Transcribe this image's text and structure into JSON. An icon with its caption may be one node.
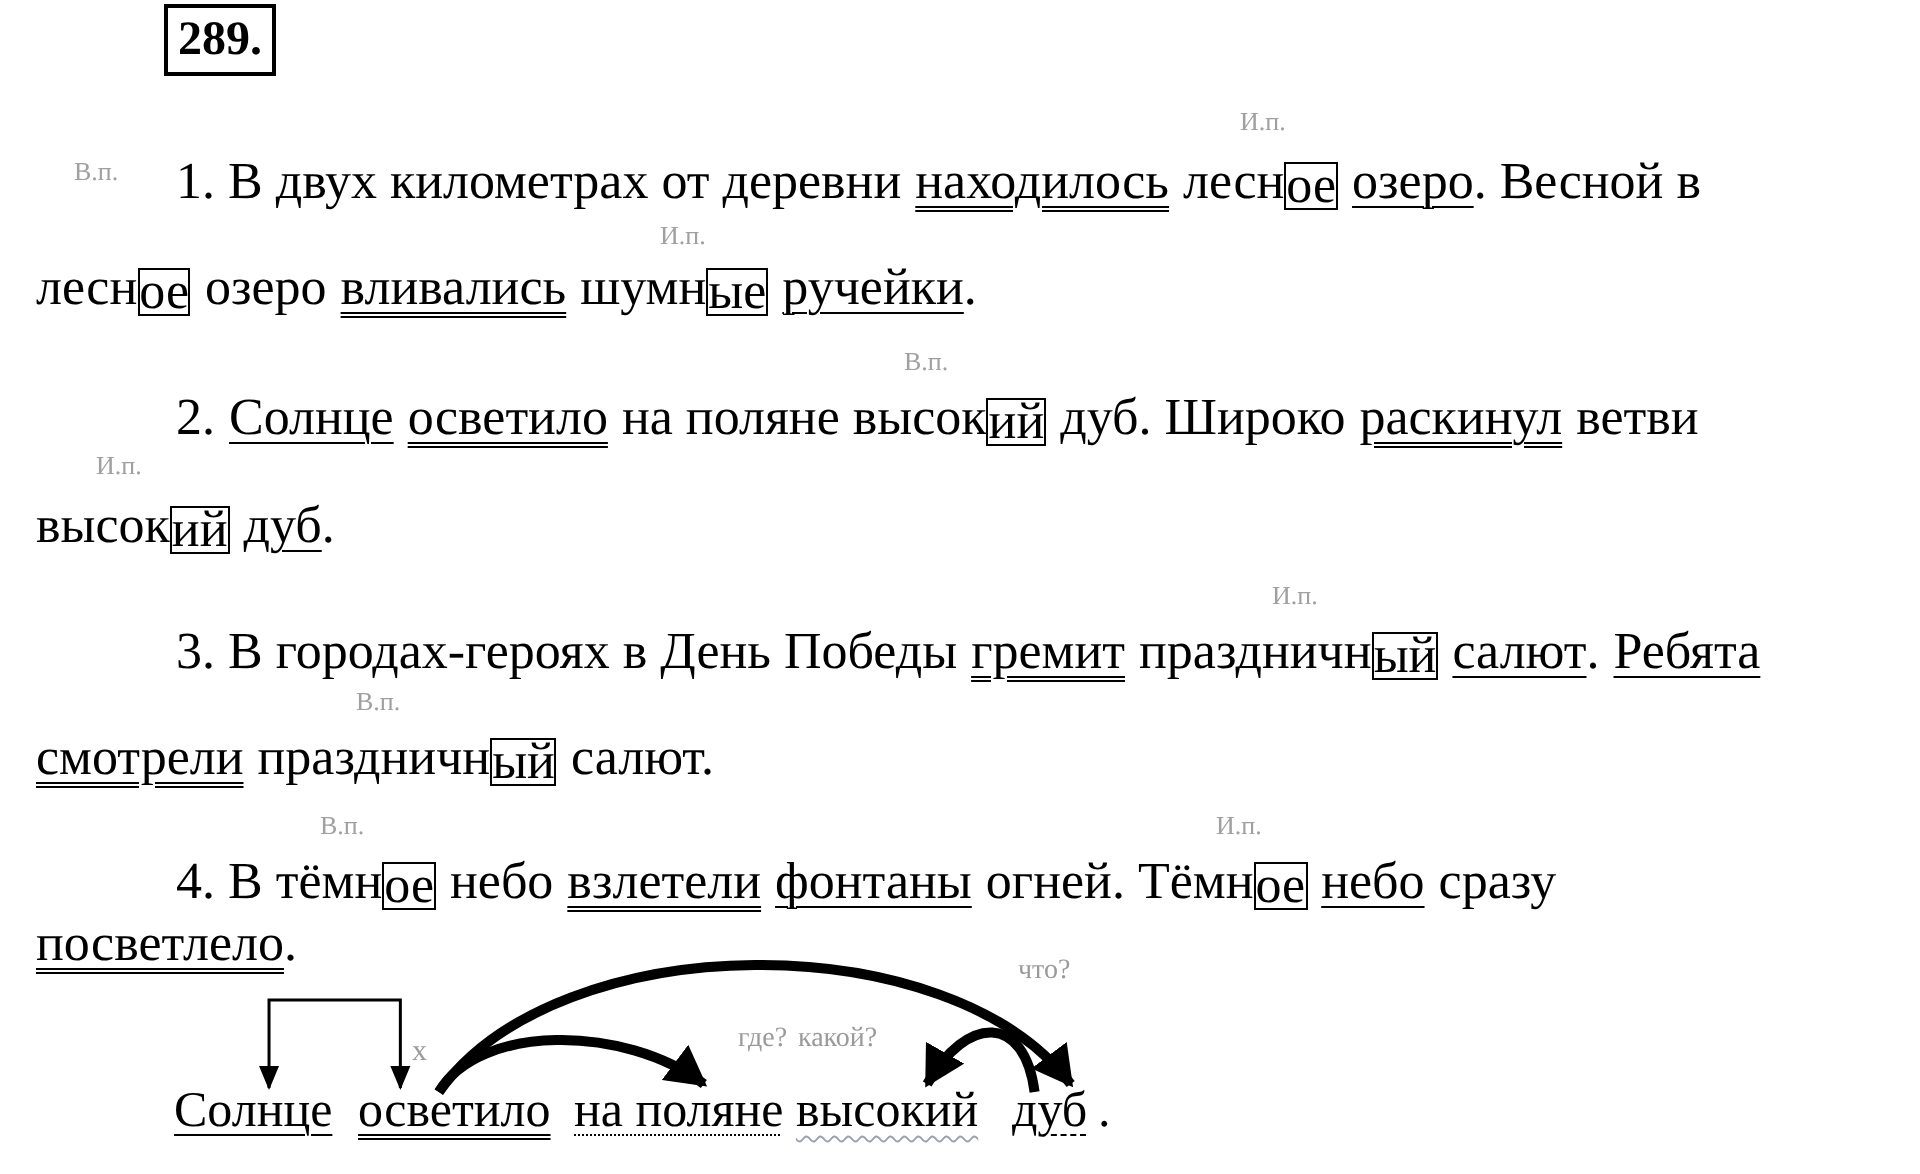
{
  "diagram": {
    "nodes": [
      {
        "text": [
          "289."
        ]
      },
      {
        "text": [
          "Солнце"
        ]
      },
      {
        "text": [
          "осветило"
        ]
      },
      {
        "text": [
          "на поляне"
        ]
      },
      {
        "text": [
          "высокий"
        ]
      },
      {
        "text": [
          "дуб"
        ]
      }
    ],
    "edges": [
      {
        "from": 1,
        "to": 2,
        "arrow": "both"
      },
      {
        "from": 2,
        "to": 3,
        "arrow": "to",
        "label": "где?"
      },
      {
        "from": 2,
        "to": 5,
        "arrow": "to",
        "label": "что?"
      },
      {
        "from": 5,
        "to": 4,
        "arrow": "to",
        "label": "какой?"
      }
    ],
    "labels": [
      "И.п.",
      "1. В двух километрах от деревни",
      "находилось",
      "лесн",
      "ое",
      "озеро",
      ". Весной в",
      "В.п.",
      "И.п.",
      "лесн",
      "ое",
      "озеро",
      "вливались",
      "шумн",
      "ые",
      "ручейки",
      ".",
      "В.п.",
      "2.",
      "Солнце",
      "осветило",
      "на поляне высок",
      "ий",
      "дуб. Широко",
      "раскинул",
      "ветви",
      "И.п.",
      "высок",
      "ий",
      "дуб",
      ".",
      "И.п.",
      "3. В городах-героях в День Победы",
      "гремит",
      "праздничн",
      "ый",
      "салют",
      ".",
      "Ребята",
      "В.п.",
      "смотрели",
      "праздничн",
      "ый",
      "салют.",
      "В.п.",
      "И.п.",
      "4. В тёмн",
      "ое",
      "небо",
      "взлетели",
      "фонтаны",
      "огней. Тёмн",
      "ое",
      "небо",
      "сразу",
      "посветлело",
      ".",
      "х",
      "."
    ]
  }
}
